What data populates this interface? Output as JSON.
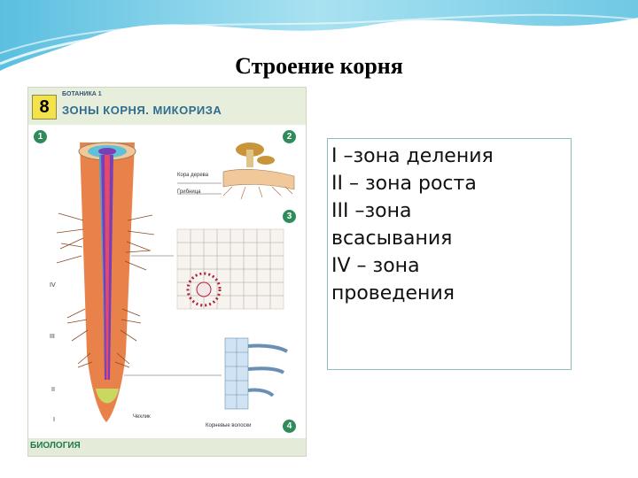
{
  "slide": {
    "title": "Строение корня"
  },
  "poster": {
    "number": "8",
    "series": "БОТАНИКА 1",
    "title": "ЗОНЫ КОРНЯ. МИКОРИЗА",
    "badges": [
      "1",
      "2",
      "3",
      "4"
    ],
    "labels": {
      "bark": "Кора дерева",
      "fungus": "Грибница",
      "root_cap": "Чехлик",
      "root_hairs": "Корневые волоски"
    },
    "zone_marks": [
      "IV",
      "III",
      "II",
      "I"
    ],
    "footer_brand": "БИОЛОГИЯ"
  },
  "legend": {
    "lines": [
      "I –зона деления",
      "II – зона роста",
      "III –зона",
      "всасывания",
      "IV – зона",
      "проведения"
    ]
  },
  "colors": {
    "wave": "#7fd0e6",
    "root_body": "#e8824a",
    "vessels": "#7a3fb5",
    "legend_border": "#8fbcbf",
    "poster_badge": "#2f8c5a"
  }
}
